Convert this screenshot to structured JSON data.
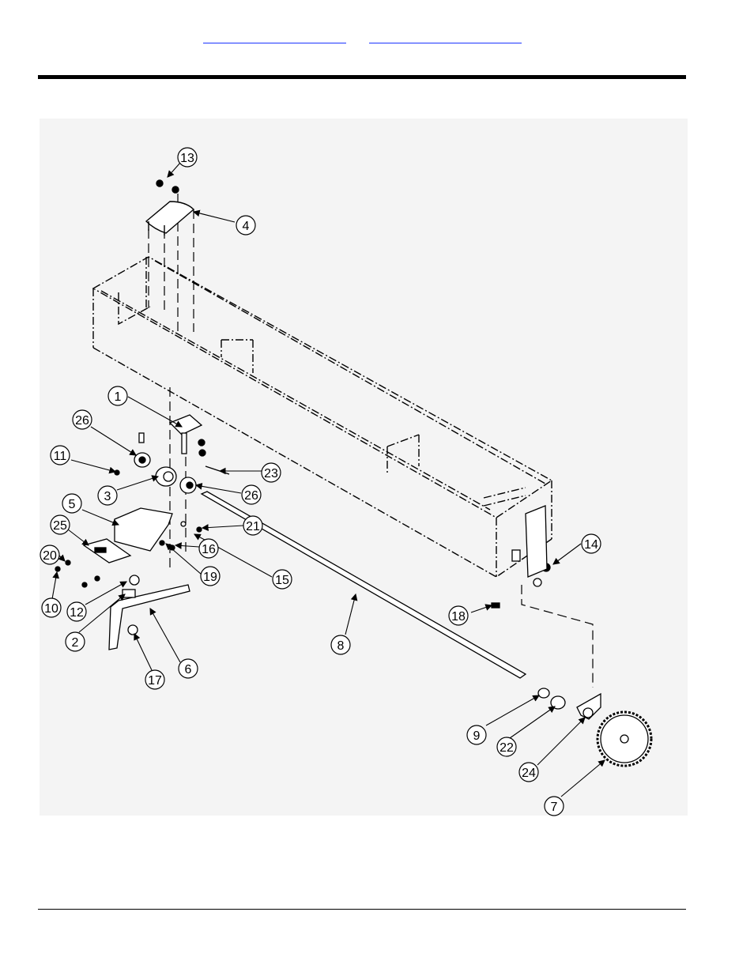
{
  "header": {
    "links": [
      {
        "text": ""
      },
      {
        "text": ""
      }
    ]
  },
  "diagram": {
    "callouts": [
      {
        "id": "13",
        "label": "13"
      },
      {
        "id": "4",
        "label": "4"
      },
      {
        "id": "1",
        "label": "1"
      },
      {
        "id": "26a",
        "label": "26"
      },
      {
        "id": "11",
        "label": "11"
      },
      {
        "id": "3",
        "label": "3"
      },
      {
        "id": "26b",
        "label": "26"
      },
      {
        "id": "23",
        "label": "23"
      },
      {
        "id": "5",
        "label": "5"
      },
      {
        "id": "25",
        "label": "25"
      },
      {
        "id": "20",
        "label": "20"
      },
      {
        "id": "16",
        "label": "16"
      },
      {
        "id": "21",
        "label": "21"
      },
      {
        "id": "19",
        "label": "19"
      },
      {
        "id": "15",
        "label": "15"
      },
      {
        "id": "10",
        "label": "10"
      },
      {
        "id": "12",
        "label": "12"
      },
      {
        "id": "2",
        "label": "2"
      },
      {
        "id": "6",
        "label": "6"
      },
      {
        "id": "17",
        "label": "17"
      },
      {
        "id": "8",
        "label": "8"
      },
      {
        "id": "14",
        "label": "14"
      },
      {
        "id": "18",
        "label": "18"
      },
      {
        "id": "9",
        "label": "9"
      },
      {
        "id": "22",
        "label": "22"
      },
      {
        "id": "24",
        "label": "24"
      },
      {
        "id": "7",
        "label": "7"
      }
    ]
  }
}
